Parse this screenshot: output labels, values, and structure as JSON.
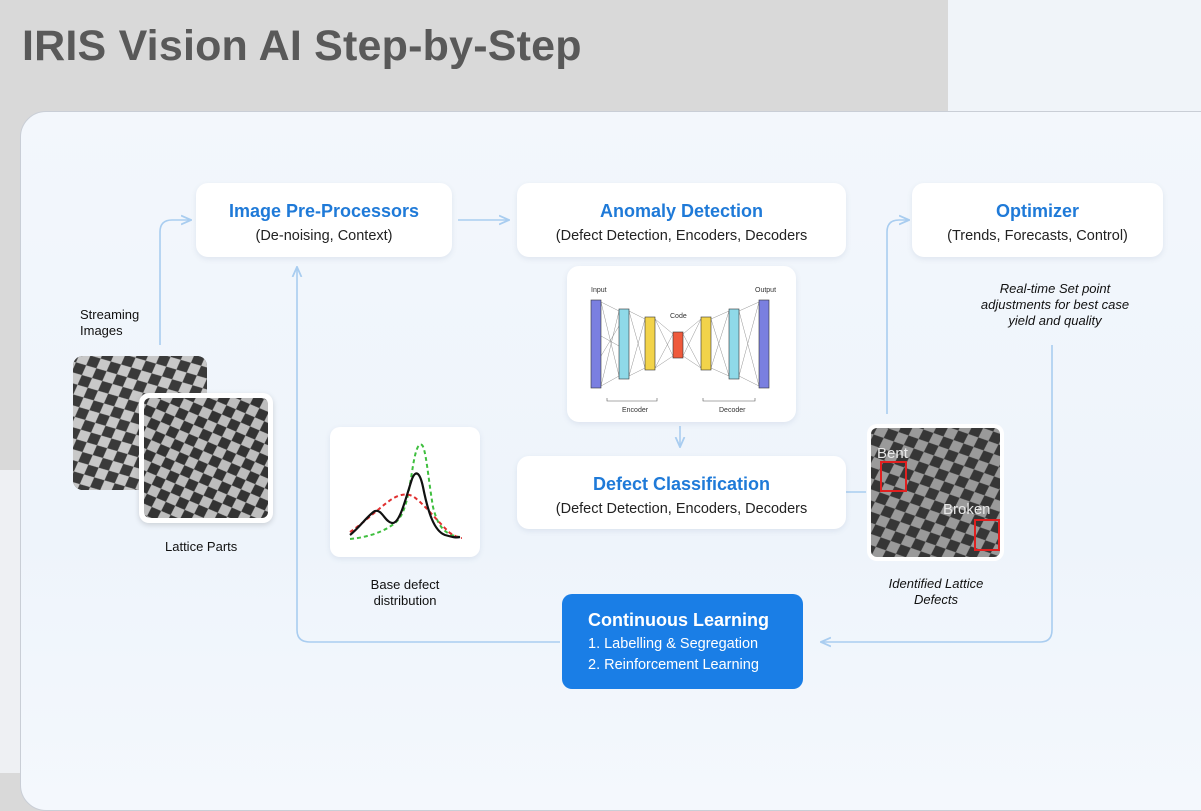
{
  "title": "IRIS Vision AI Step-by-Step",
  "preprocessors": {
    "heading": "Image Pre-Processors",
    "sub": "(De-noising, Context)"
  },
  "anomaly": {
    "heading": "Anomaly Detection",
    "sub": "(Defect Detection, Encoders, Decoders"
  },
  "optimizer": {
    "heading": "Optimizer",
    "sub": "(Trends, Forecasts, Control)"
  },
  "classification": {
    "heading": "Defect Classification",
    "sub": "(Defect Detection, Encoders, Decoders"
  },
  "learning": {
    "heading": "Continuous Learning",
    "item1": "1. Labelling & Segregation",
    "item2": "2. Reinforcement Learning"
  },
  "labels": {
    "streaming": "Streaming Images",
    "lattice_parts": "Lattice Parts",
    "base_defect": "Base defect distribution",
    "realtime": "Real-time Set point adjustments for best case yield and quality",
    "identified": "Identified Lattice Defects"
  },
  "autoencoder": {
    "input": "Input",
    "output": "Output",
    "code": "Code",
    "encoder": "Encoder",
    "decoder": "Decoder"
  },
  "defect_tags": {
    "bent": "Bent",
    "broken": "Broken"
  },
  "colors": {
    "accent": "#1f7ad8",
    "learning": "#1a7ee6",
    "arrow": "#a9cdf0",
    "defect_box": "#e02020"
  }
}
